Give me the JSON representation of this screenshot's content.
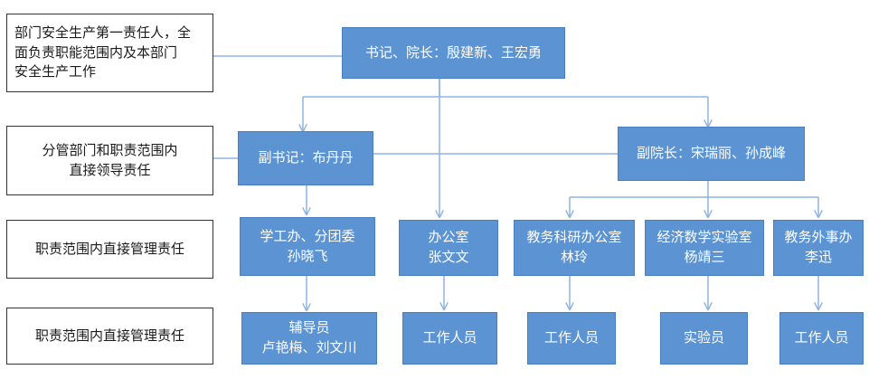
{
  "labels": {
    "level1": "部门安全生产第一责任人，全面负责职能范围内及本部门安全生产工作",
    "level1_lines": [
      "部门安全生产第一责任人，全",
      "面负责职能范围内及本部门",
      "安全生产工作"
    ],
    "level2_lines": [
      "分管部门和职责范围内",
      "直接领导责任"
    ],
    "level3": "职责范围内直接管理责任",
    "level4": "职责范围内直接管理责任"
  },
  "nodes": {
    "root": "书记、院长：殷建新、王宏勇",
    "deputy_secretary": "副书记：布丹丹",
    "vice_dean": "副院长：宋瑞丽、孙成峰",
    "student_office": {
      "name": "学工办、分团委",
      "person": "孙晓飞"
    },
    "general_office": {
      "name": "办公室",
      "person": "张文文"
    },
    "teaching_office": {
      "name": "教务科研办公室",
      "person": "林玲"
    },
    "math_lab": {
      "name": "经济数学实验室",
      "person": "杨靖三"
    },
    "foreign_affairs": {
      "name": "教务外事办",
      "person": "李迅"
    },
    "counselors": {
      "name": "辅导员",
      "person": "卢艳梅、刘文川"
    },
    "staff_1": "工作人员",
    "staff_2": "工作人员",
    "lab_staff": "实验员",
    "staff_3": "工作人员"
  },
  "colors": {
    "node_fill": "#5b93d3",
    "node_text": "#ffffff",
    "connector": "#8eb4e3",
    "label_border": "#333333"
  }
}
